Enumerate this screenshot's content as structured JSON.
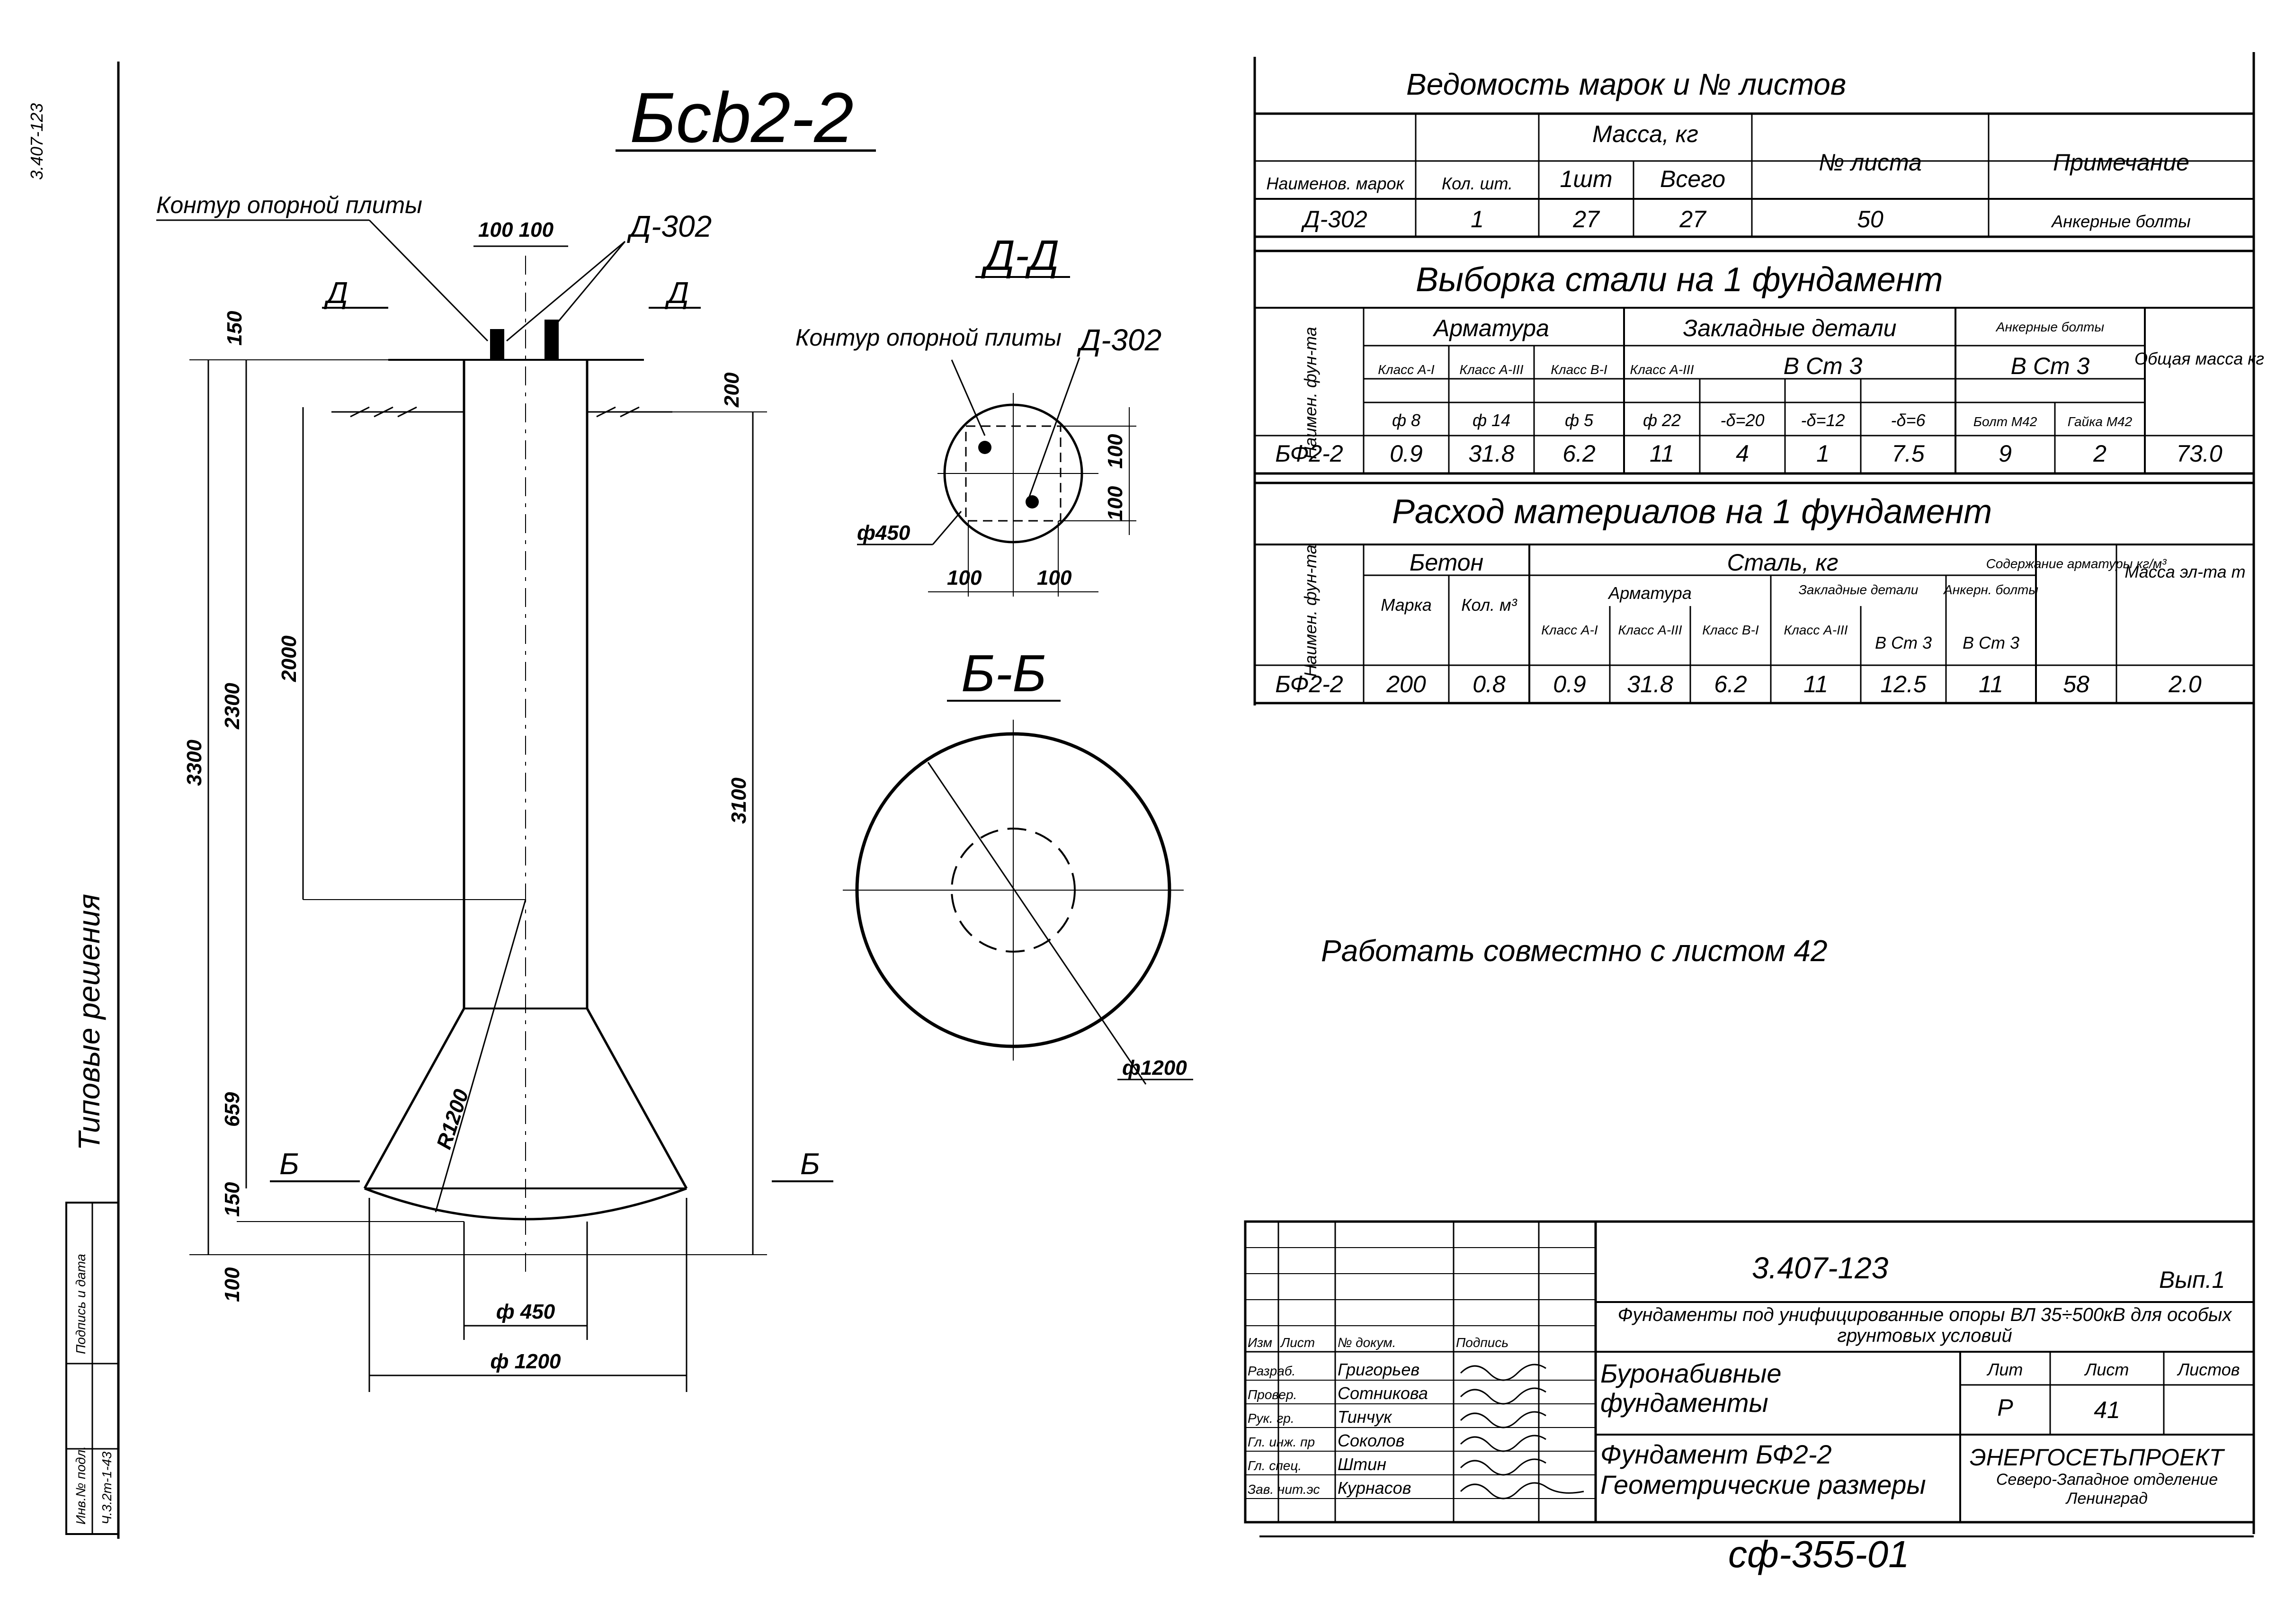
{
  "margin": {
    "code": "3.407-123",
    "series": "Типовые решения",
    "sign_date_label": "Подпись и дата",
    "inv_label": "Инв.№ подл.",
    "inv_value": "Ч.3.2т-1-43"
  },
  "drawing": {
    "title": "Бсb2-2",
    "plate_contour_label": "Контур опорной плиты",
    "bolt_label": "Д-302",
    "section_a": "Д",
    "section_b": "Б",
    "dims": {
      "top_spacing": "100 100",
      "embed": "150",
      "ground": "200",
      "total": "3300",
      "shaft_full": "2300",
      "shaft_inner": "2000",
      "overall_right": "3100",
      "cone": "659",
      "base": "150",
      "bottom_extra": "100",
      "radius": "R1200",
      "shaft_dia": "ф 450",
      "base_dia": "ф 1200"
    }
  },
  "section_dd": {
    "title": "Д-Д",
    "contour_label": "Контур опорной плиты",
    "bolt_label": "Д-302",
    "dia": "ф450",
    "dims": [
      "100",
      "100",
      "100",
      "100"
    ]
  },
  "section_bb": {
    "title": "Б-Б",
    "dia": "ф1200"
  },
  "table1": {
    "title": "Ведомость марок и № листов",
    "headers": [
      "Наименов. марок",
      "Кол. шт.",
      "Масса, кг",
      "1шт",
      "Всего",
      "№ листа",
      "Примечание"
    ],
    "row": [
      "Д-302",
      "1",
      "27",
      "27",
      "50",
      "Анкерные болты"
    ]
  },
  "table2": {
    "title": "Выборка стали на 1 фундамент",
    "headers": {
      "name": "Наимен. фун-та",
      "arm": "Арматура",
      "emb": "Закладные детали",
      "anch": "Анкерные болты",
      "total": "Общая масса кг",
      "classes": [
        "Класс А-I",
        "Класс А-III",
        "Класс В-I",
        "Класс А-III"
      ],
      "steel_emb": "В Ст 3",
      "steel_anch": "В Ст 3",
      "sizes": [
        "ф 8",
        "ф 14",
        "ф 5",
        "ф 22",
        "-δ=20",
        "-δ=12",
        "-δ=6",
        "Болт М42",
        "Гайка М42"
      ]
    },
    "row": [
      "БФ2-2",
      "0.9",
      "31.8",
      "6.2",
      "11",
      "4",
      "1",
      "7.5",
      "9",
      "2",
      "73.0"
    ]
  },
  "table3": {
    "title": "Расход материалов на 1 фундамент",
    "headers": {
      "name": "Наимен. фун-та",
      "concrete": "Бетон",
      "mark": "Марка",
      "vol": "Кол. м³",
      "steel": "Сталь, кг",
      "arm": "Арматура",
      "emb": "Закладные детали",
      "anch": "Анкерн. болты",
      "content": "Содержание арматуры кг/м³",
      "mass": "Масса эл-та т",
      "classes": [
        "Класс А-I",
        "Класс А-III",
        "Класс В-I",
        "Класс А-III",
        "В Ст 3",
        "В Ст 3"
      ]
    },
    "row": [
      "БФ2-2",
      "200",
      "0.8",
      "0.9",
      "31.8",
      "6.2",
      "11",
      "12.5",
      "11",
      "58",
      "2.0"
    ]
  },
  "note": "Работать совместно с листом 42",
  "stamp": {
    "code": "3.407-123",
    "issue": "Вып.1",
    "project": "Фундаменты под унифицированные опоры ВЛ 35÷500кВ для особых грунтовых условий",
    "section": "Буронабивные фундаменты",
    "sheet_title": "Фундамент БФ2-2 Геометрические размеры",
    "org": "ЭНЕРГОСЕТЬПРОЕКТ",
    "org_branch": "Северо-Западное отделение Ленинград",
    "lit_label": "Лит",
    "list_label": "Лист",
    "lists_label": "Листов",
    "lit": "Р",
    "sheet": "41",
    "col_headers": [
      "Изм",
      "Лист",
      "№ докум.",
      "Подпись"
    ],
    "roles": [
      "Разраб.",
      "Провер.",
      "Рук. гр.",
      "Гл. инж. пр",
      "Гл. спец.",
      "Зав. нит.эс"
    ],
    "names": [
      "Григорьев",
      "Сотникова",
      "Тинчук",
      "Соколов",
      "Штин",
      "Курнасов"
    ]
  },
  "footer_code": "сф-355-01"
}
